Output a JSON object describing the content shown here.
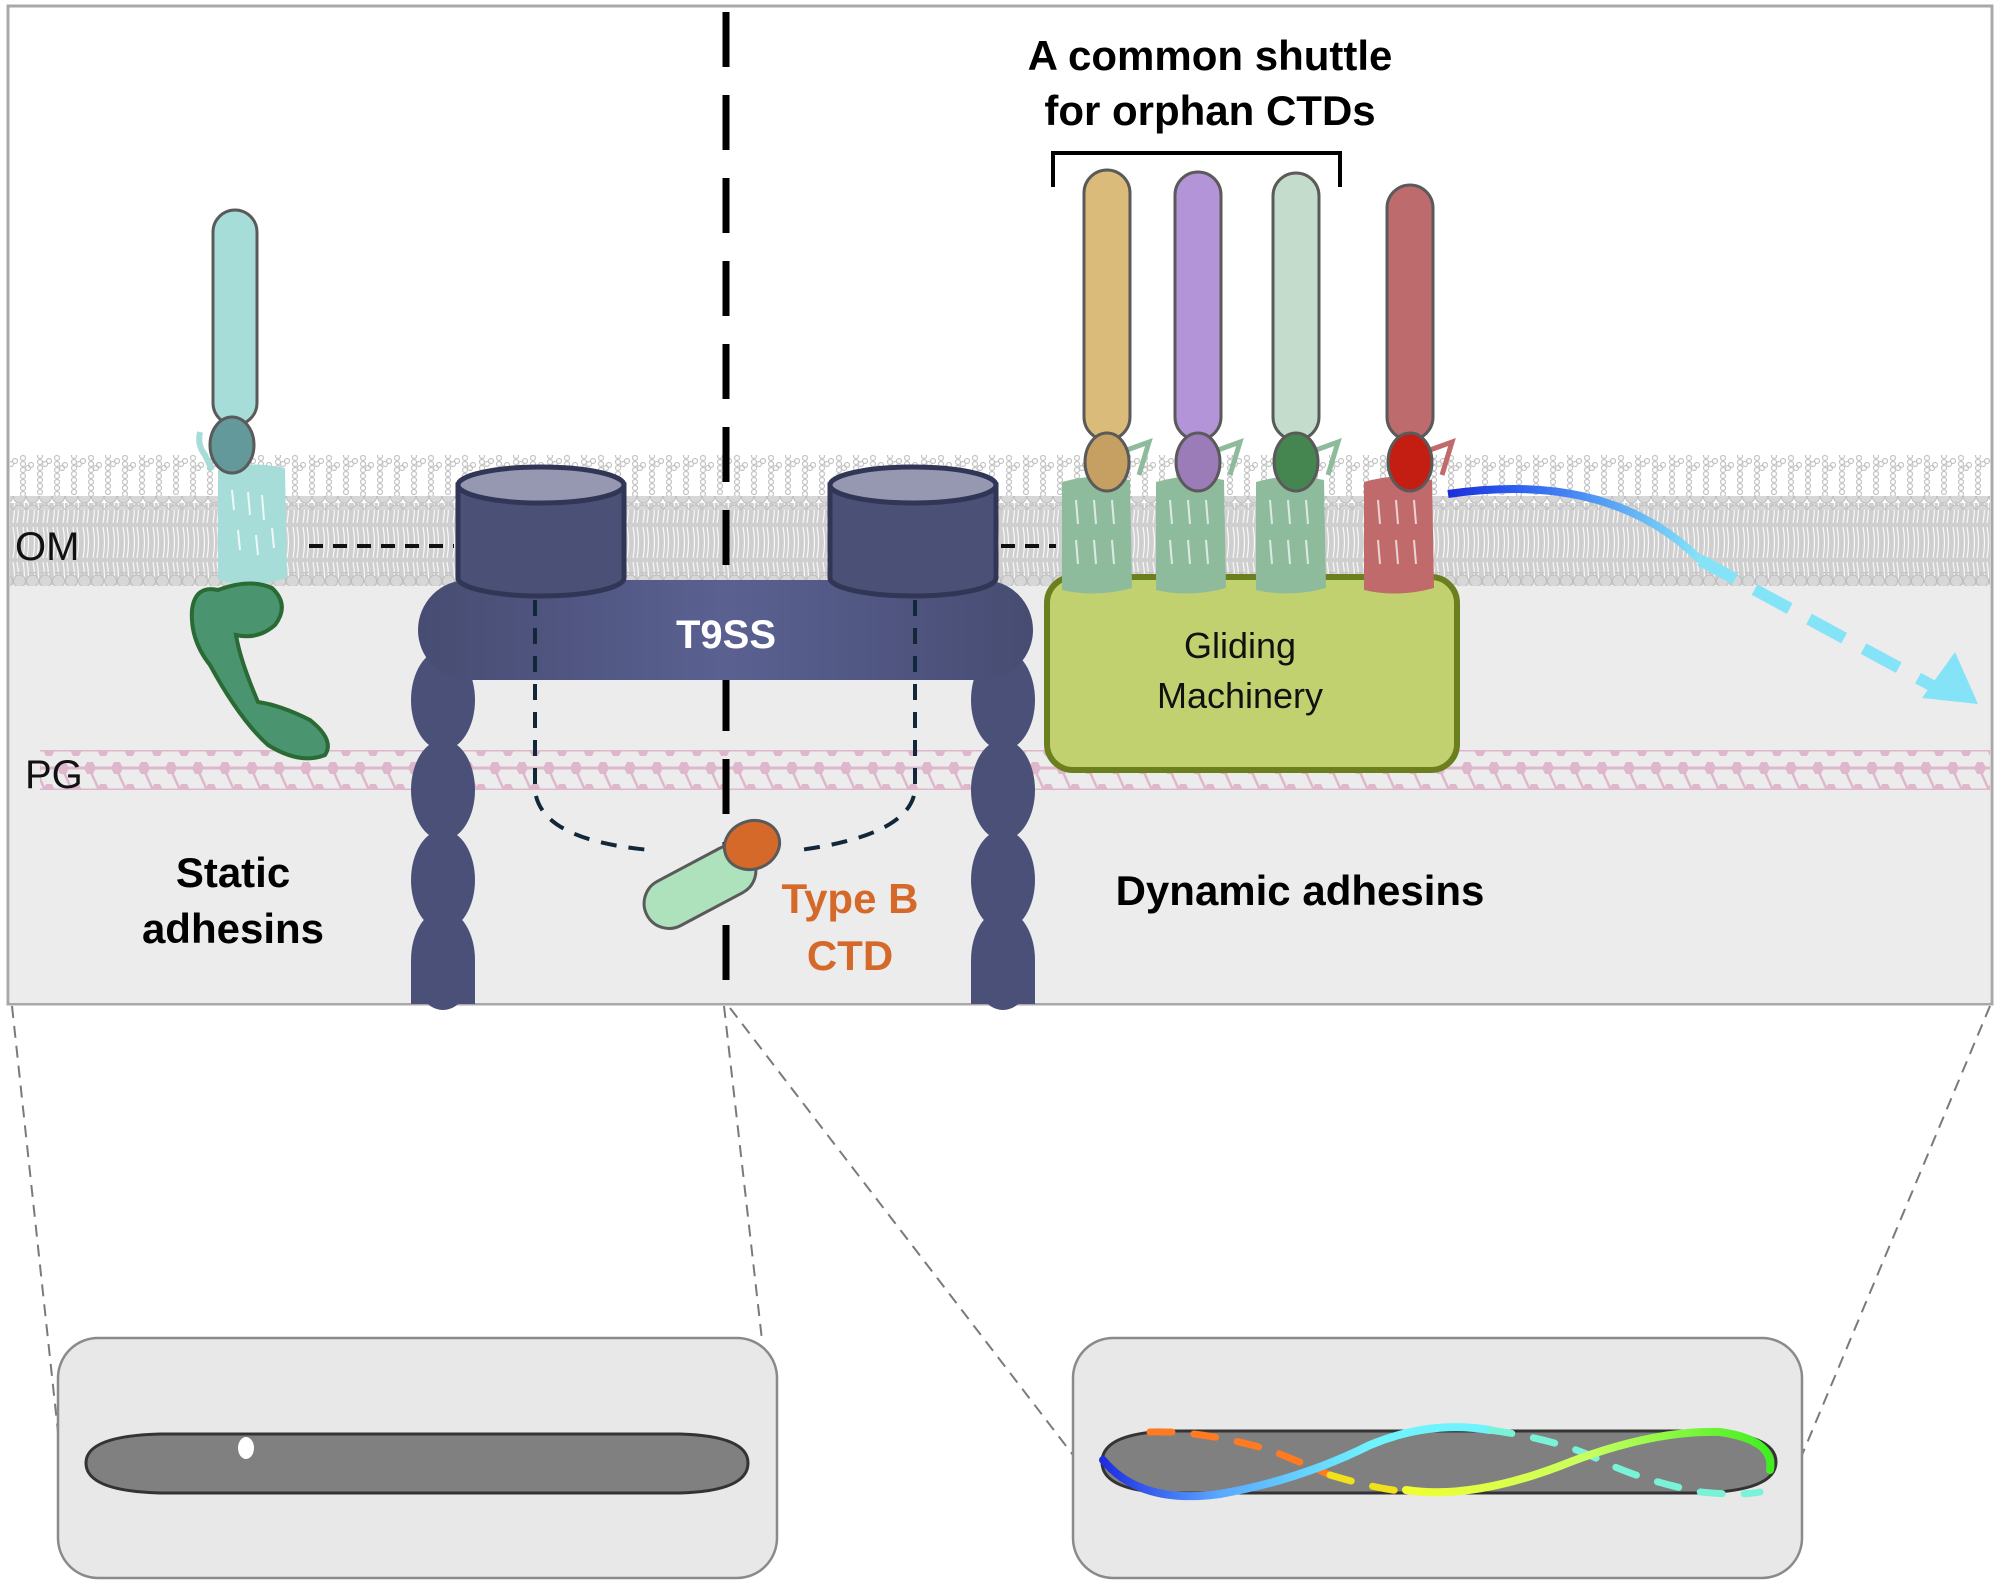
{
  "figure": {
    "title_line1": "A common shuttle",
    "title_line2": "for orphan CTDs",
    "labels": {
      "om": "OM",
      "pg": "PG",
      "t9ss": "T9SS",
      "static_line1": "Static",
      "static_line2": "adhesins",
      "dynamic": "Dynamic adhesins",
      "typeb_line1": "Type B",
      "typeb_line2": "CTD",
      "gliding_line1": "Gliding",
      "gliding_line2": "Machinery"
    },
    "colors": {
      "t9ss": "#4a5078",
      "t9ss_light": "#5a6190",
      "t9ss_top": "#9598b0",
      "gliding_fill": "#c1d16f",
      "gliding_stroke": "#6b7f1e",
      "typeb_text": "#d4692a",
      "membrane": "#c9c9c9",
      "periplasm": "#ececec",
      "pg": "#dfb7cc",
      "arrow": "#85e3f8"
    },
    "adhesins": [
      {
        "name": "static",
        "rod": "#a6ddd9",
        "cap": "#63999a",
        "barrel": "#a6ddd9"
      },
      {
        "name": "orphan-1",
        "rod": "#dbbb79",
        "cap": "#c6a063",
        "barrel": "#8fbb9d"
      },
      {
        "name": "orphan-2",
        "rod": "#b494d8",
        "cap": "#9b7bb8",
        "barrel": "#8fbb9d"
      },
      {
        "name": "orphan-3",
        "rod": "#c4dccb",
        "cap": "#458550",
        "barrel": "#8fbb9d"
      },
      {
        "name": "dynamic-red",
        "rod": "#bd6b6d",
        "cap": "#c41e13",
        "barrel": "#c06a6b"
      }
    ]
  }
}
